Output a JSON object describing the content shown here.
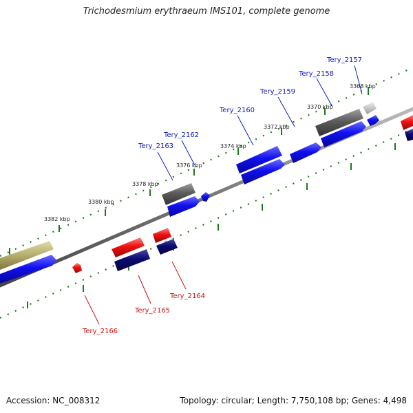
{
  "title": "Trichodesmium erythraeum IMS101, complete genome",
  "footer": {
    "accession": "Accession: NC_008312",
    "summary": "Topology: circular; Length: 7,750,108 bp; Genes: 4,498"
  },
  "colors": {
    "forward_gene": "#0a0aee",
    "forward_label": "#1020c0",
    "reverse_gene": "#ee1010",
    "reverse_dark": "#0a0a6e",
    "reverse_label": "#cc1010",
    "grey_gene": "#5c5c5c",
    "light_grey_gene": "#c8c8c8",
    "khaki_gene": "#b5ad6a",
    "backbone": "#7a7a7a",
    "ticks": "#1a7a1a"
  },
  "scale": {
    "labels": [
      "3368 kbp",
      "3370 kbp",
      "3372 kbp",
      "3374 kbp",
      "3376 kbp",
      "3378 kbp",
      "3380 kbp",
      "3382 kbp"
    ]
  },
  "forward_labels": [
    "Tery_2157",
    "Tery_2158",
    "Tery_2159",
    "Tery_2160",
    "Tery_2162",
    "Tery_2163"
  ],
  "reverse_labels": [
    "Tery_2164",
    "Tery_2165",
    "Tery_2166"
  ]
}
